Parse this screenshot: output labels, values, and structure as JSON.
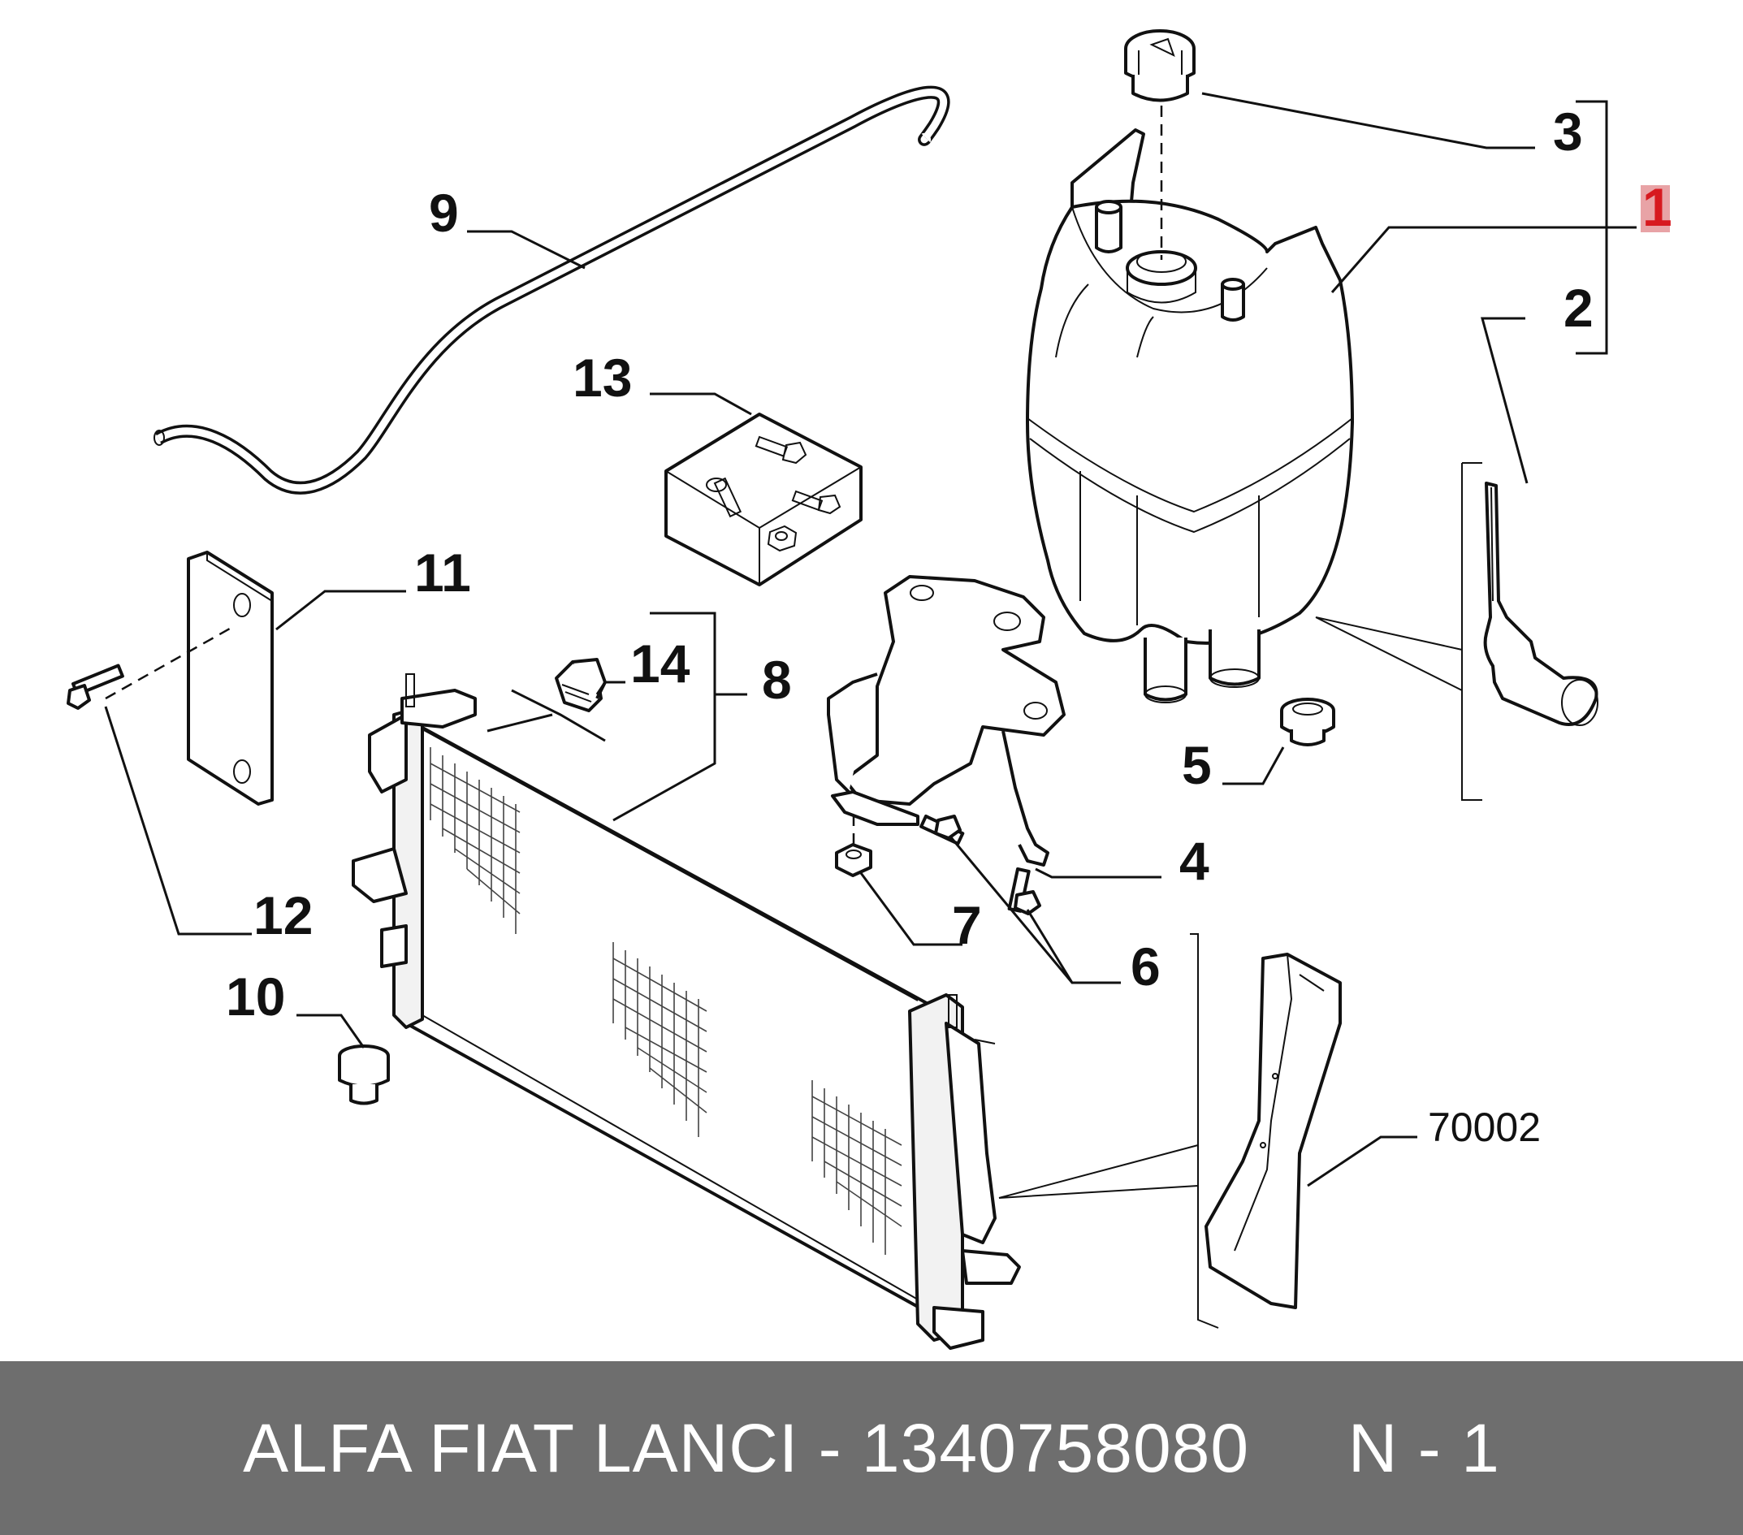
{
  "callouts": {
    "c1": "1",
    "c2": "2",
    "c3": "3",
    "c4": "4",
    "c5": "5",
    "c6": "6",
    "c7": "7",
    "c8": "8",
    "c9": "9",
    "c10": "10",
    "c11": "11",
    "c12": "12",
    "c13": "13",
    "c14": "14",
    "ref": "70002"
  },
  "highlight_color": "#d7191f",
  "footer": {
    "text": "ALFA FIAT LANCI - 1340758080     N - 1",
    "background": "#6e6e6e"
  }
}
